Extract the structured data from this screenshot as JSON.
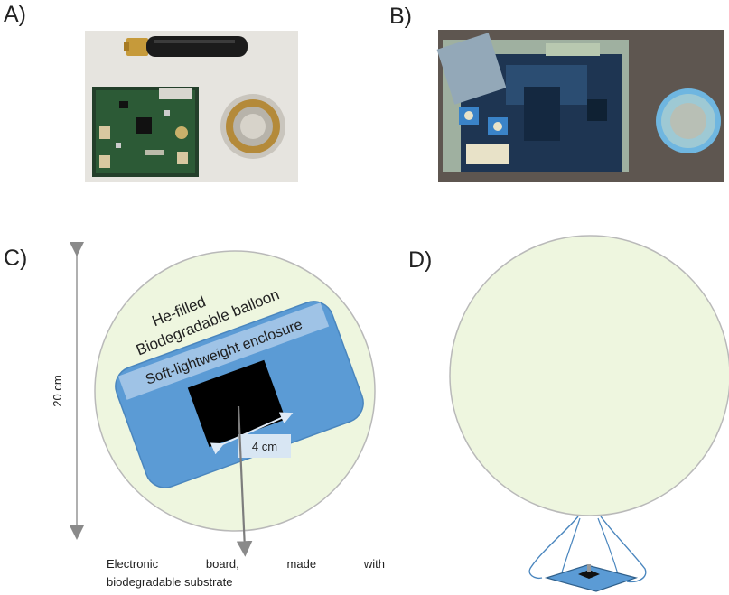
{
  "panels": {
    "a": {
      "label": "A)"
    },
    "b": {
      "label": "B)"
    },
    "c": {
      "label": "C)"
    },
    "d": {
      "label": "D)"
    }
  },
  "diagram_c": {
    "height_dimension": "20 cm",
    "balloon_label_line1": "He-filled",
    "balloon_label_line2": "Biodegradable balloon",
    "enclosure_label": "Soft-lightweight enclosure",
    "board_width_label": "4 cm",
    "caption_words": [
      "Electronic",
      "board,",
      "made",
      "with"
    ],
    "caption_line2": "biodegradable substrate"
  },
  "colors": {
    "balloon_fill": "#eef6df",
    "enclosure_fill": "#5b9bd5",
    "enclosure_label_band": "#9fc3e6",
    "board_fill": "#000000",
    "dimension_line": "#aaaaaa",
    "antenna": "#222222",
    "pcb_green": "#234a2e",
    "sensor_blue": "#1f3b5a"
  }
}
